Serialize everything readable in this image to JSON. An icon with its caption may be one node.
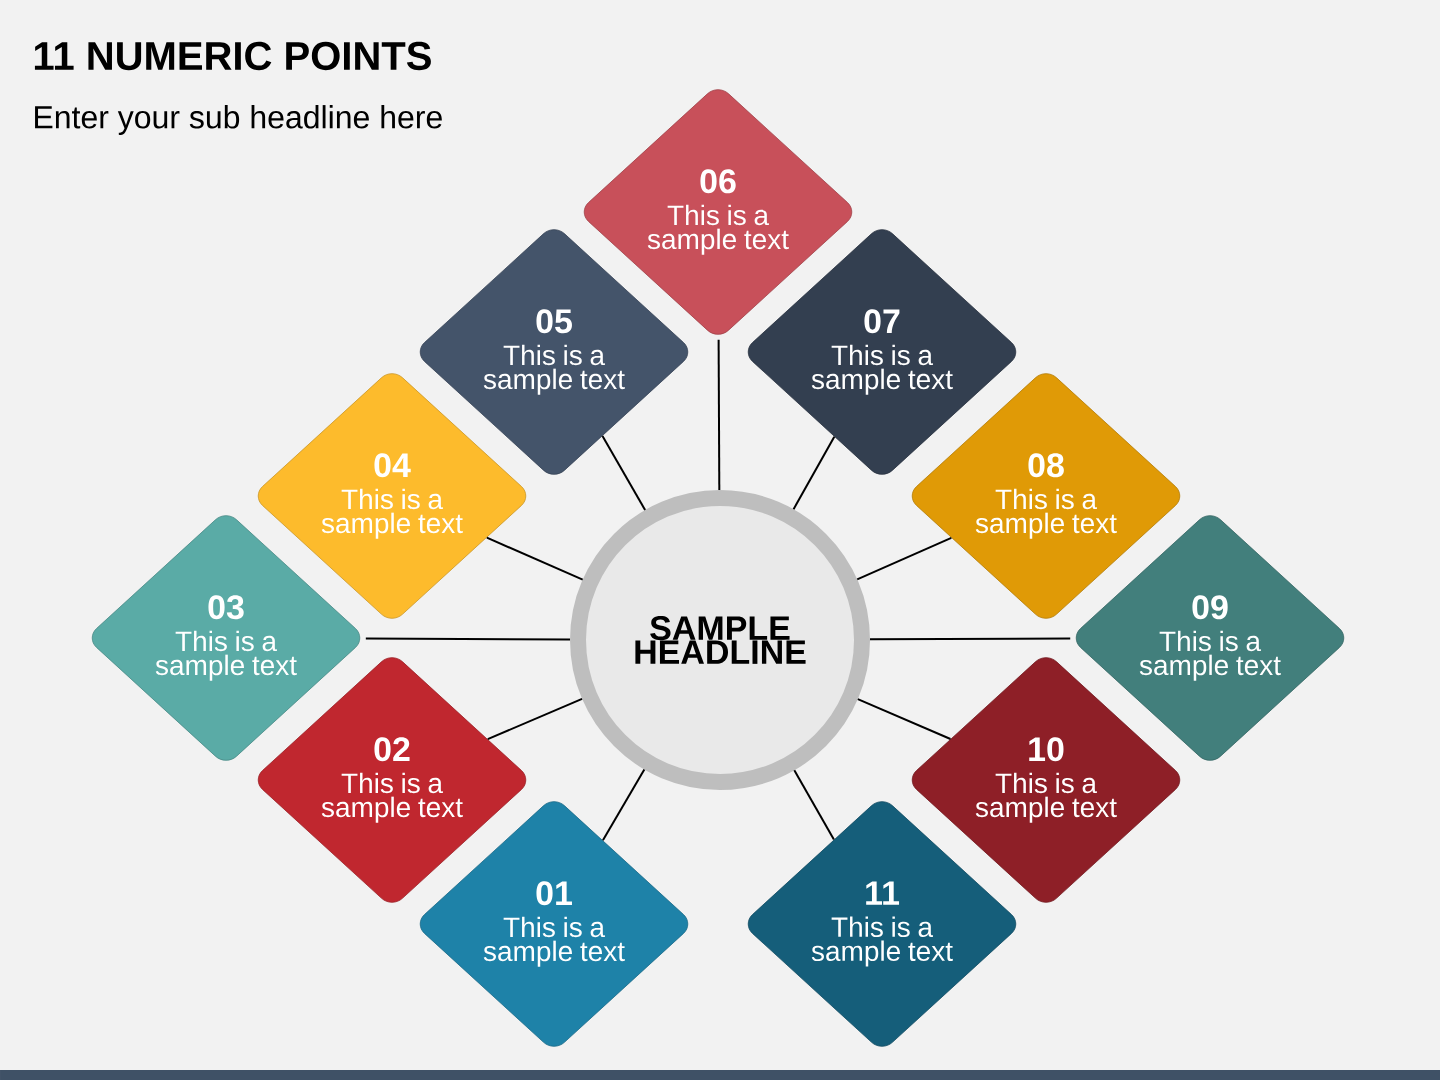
{
  "diagram": {
    "title": "11 NUMERIC POINTS",
    "nodes": [
      {
        "text": [
          "01",
          "This is a sample text"
        ]
      },
      {
        "text": [
          "02",
          "This is a sample text"
        ]
      },
      {
        "text": [
          "03",
          "This is a sample text"
        ]
      },
      {
        "text": [
          "04",
          "This is a sample text"
        ]
      },
      {
        "text": [
          "05",
          "This is a sample text"
        ]
      },
      {
        "text": [
          "06",
          "This is a sample text"
        ]
      },
      {
        "text": [
          "07",
          "This is a sample text"
        ]
      },
      {
        "text": [
          "08",
          "This is a sample text"
        ]
      },
      {
        "text": [
          "09",
          "This is a sample text"
        ]
      },
      {
        "text": [
          "10",
          "This is a sample text"
        ]
      },
      {
        "text": [
          "11",
          "This is a sample text"
        ]
      },
      {
        "text": [
          "SAMPLE HEADLINE"
        ]
      }
    ],
    "edges": [
      {
        "from": 11,
        "to": 0,
        "arrow": "none"
      },
      {
        "from": 11,
        "to": 1,
        "arrow": "none"
      },
      {
        "from": 11,
        "to": 2,
        "arrow": "none"
      },
      {
        "from": 11,
        "to": 3,
        "arrow": "none"
      },
      {
        "from": 11,
        "to": 4,
        "arrow": "none"
      },
      {
        "from": 11,
        "to": 5,
        "arrow": "none"
      },
      {
        "from": 11,
        "to": 6,
        "arrow": "none"
      },
      {
        "from": 11,
        "to": 7,
        "arrow": "none"
      },
      {
        "from": 11,
        "to": 8,
        "arrow": "none"
      },
      {
        "from": 11,
        "to": 9,
        "arrow": "none"
      },
      {
        "from": 11,
        "to": 10,
        "arrow": "none"
      }
    ],
    "labels": [
      "Enter your sub headline here"
    ]
  }
}
